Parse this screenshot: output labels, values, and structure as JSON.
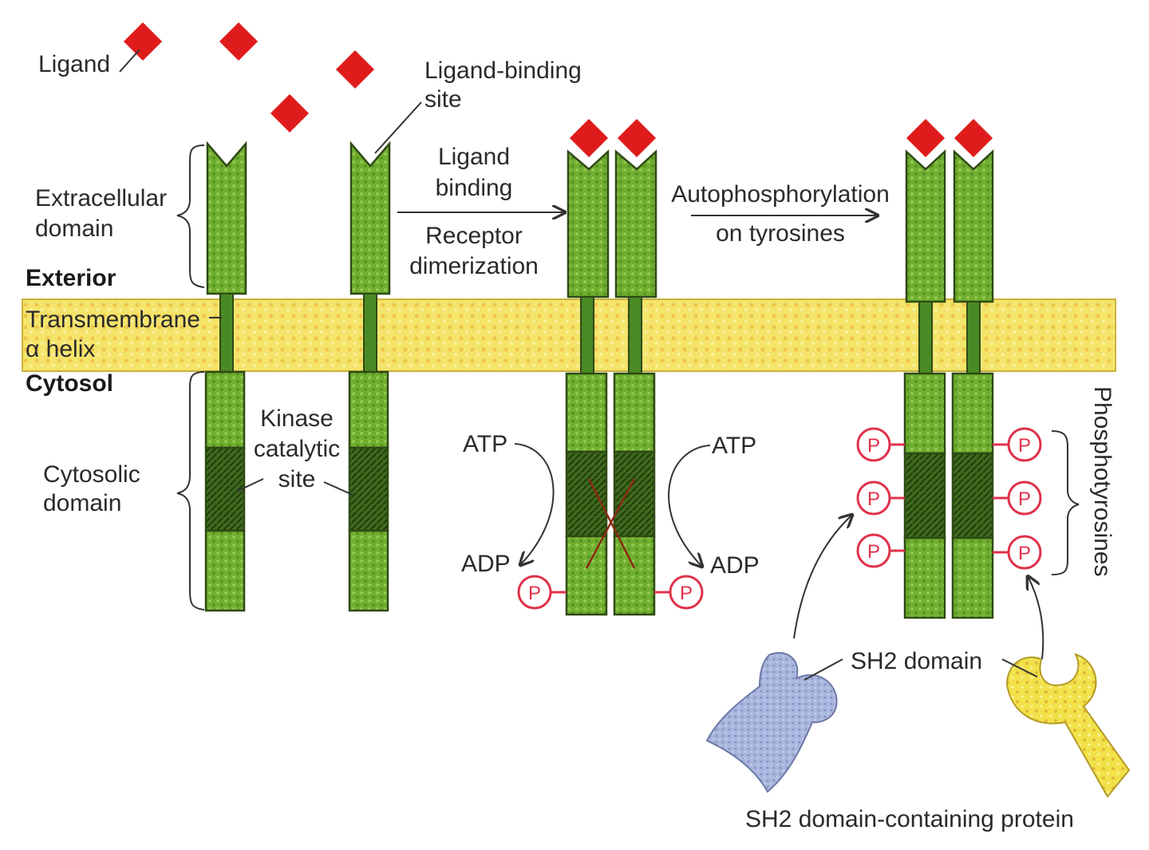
{
  "labels": {
    "ligand": "Ligand",
    "ligand_binding_site_1": "Ligand-binding",
    "ligand_binding_site_2": "site",
    "extracellular_1": "Extracellular",
    "extracellular_2": "domain",
    "exterior": "Exterior",
    "transmembrane_1": "Transmembrane",
    "transmembrane_2": "α helix",
    "cytosol": "Cytosol",
    "cytosolic_1": "Cytosolic",
    "cytosolic_2": "domain",
    "kinase_1": "Kinase",
    "kinase_2": "catalytic",
    "kinase_3": "site",
    "step1_a": "Ligand",
    "step1_b": "binding",
    "step1_c": "Receptor",
    "step1_d": "dimerization",
    "step2_a": "Autophosphorylation",
    "step2_b": "on tyrosines",
    "atp_left": "ATP",
    "atp_right": "ATP",
    "adp_left": "ADP",
    "adp_right": "ADP",
    "phosphotyrosines": "Phosphotyrosines",
    "sh2_domain": "SH2 domain",
    "sh2_protein": "SH2 domain-containing protein",
    "phosphate": "P"
  },
  "colors": {
    "ligand": "#e01b1b",
    "receptor_green": "#6fae2f",
    "membrane_yellow": "#f4e46a",
    "phosphate_red": "#e0314a",
    "sh2_blue": "#a9b6dd",
    "sh2_yellow": "#f2e24a"
  }
}
